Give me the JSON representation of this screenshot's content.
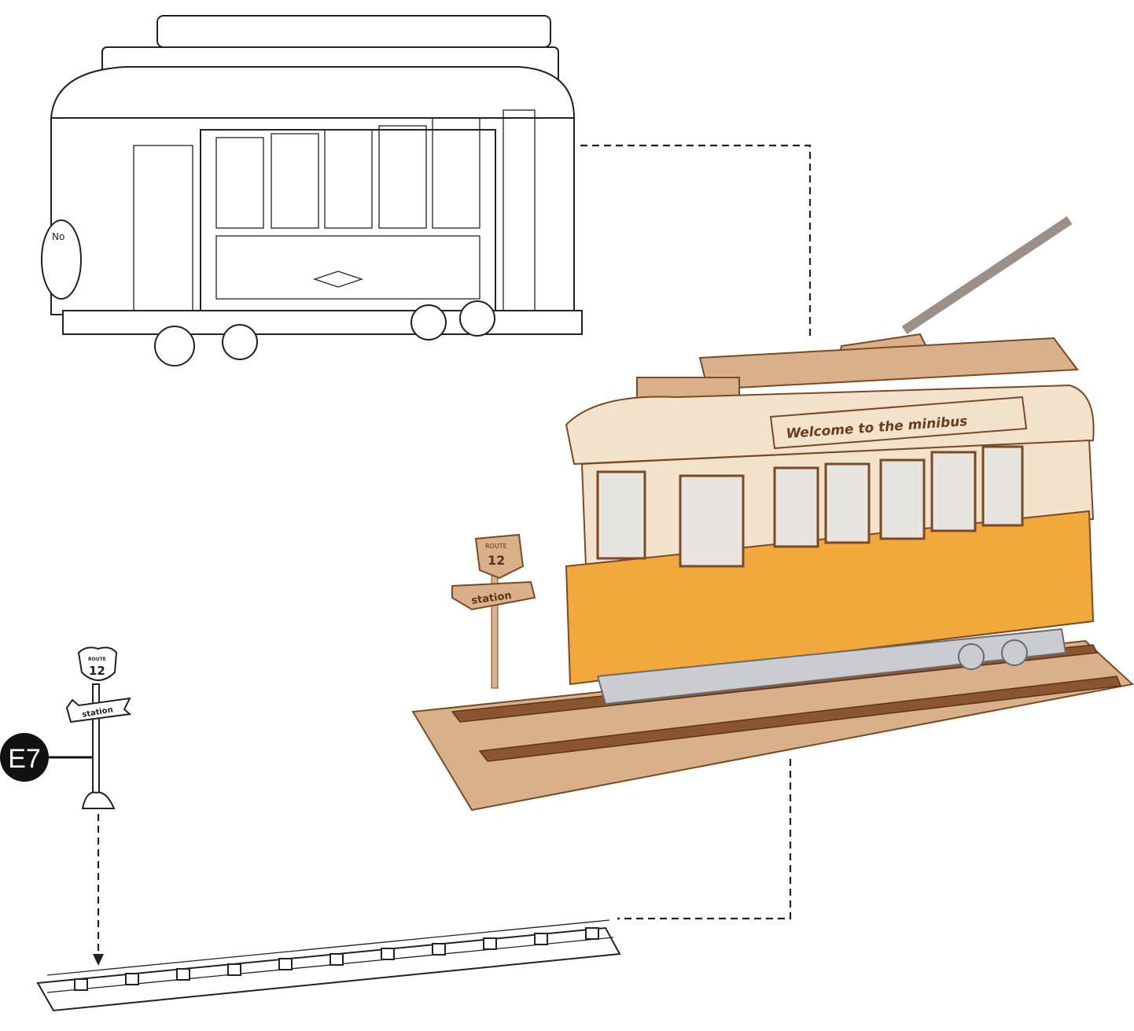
{
  "callout": {
    "label": "E7"
  },
  "tram_sign": {
    "text": "Welcome to the minibus"
  },
  "tram_plate": {
    "text": "No"
  },
  "stop_sign": {
    "route": "ROUTE",
    "number": "12",
    "station": "station"
  },
  "colors": {
    "tram_body": "#f2a93b",
    "wood": "#d9b08a",
    "dark_wood": "#8a5530",
    "line": "#222222"
  }
}
